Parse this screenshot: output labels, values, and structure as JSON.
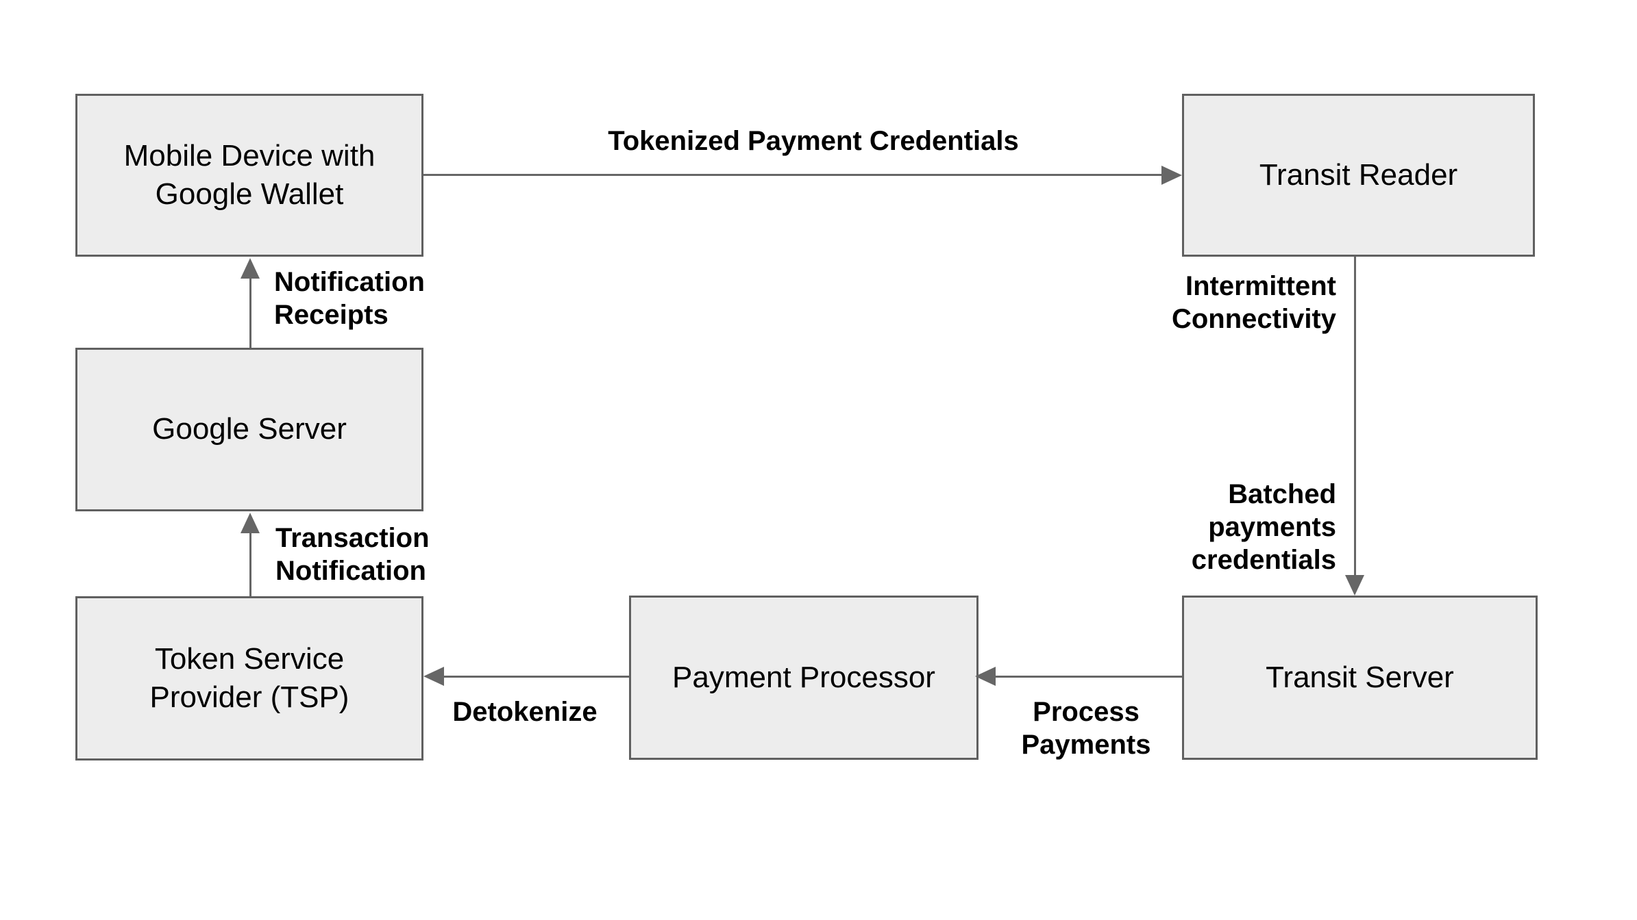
{
  "diagram": {
    "description": "Tokenized transit payment flow diagram",
    "colors": {
      "page_bg": "#ffffff",
      "box_fill": "#ededed",
      "box_border": "#606060",
      "arrow": "#666666",
      "node_text": "#000000",
      "label_text": "#000000"
    },
    "nodes": {
      "mobile_device": {
        "label": "Mobile Device with\nGoogle Wallet"
      },
      "transit_reader": {
        "label": "Transit Reader"
      },
      "google_server": {
        "label": "Google Server"
      },
      "tsp": {
        "label": "Token Service\nProvider (TSP)"
      },
      "payment_processor": {
        "label": "Payment Processor"
      },
      "transit_server": {
        "label": "Transit Server"
      }
    },
    "edges": {
      "tokenized_payment_credentials": {
        "label": "Tokenized Payment Credentials",
        "from": "mobile_device",
        "to": "transit_reader",
        "direction": "right"
      },
      "notification_receipts": {
        "label": "Notification\nReceipts",
        "from": "google_server",
        "to": "mobile_device",
        "direction": "up"
      },
      "transaction_notification": {
        "label": "Transaction\nNotification",
        "from": "tsp",
        "to": "google_server",
        "direction": "up"
      },
      "intermittent_connectivity": {
        "label": "Intermittent\nConnectivity",
        "from": "transit_reader",
        "to": "transit_server",
        "direction": "down"
      },
      "batched_payments_credentials": {
        "label": "Batched\npayments\ncredentials",
        "from": "transit_reader",
        "to": "transit_server",
        "direction": "down"
      },
      "process_payments": {
        "label": "Process\nPayments",
        "from": "transit_server",
        "to": "payment_processor",
        "direction": "left"
      },
      "detokenize": {
        "label": "Detokenize",
        "from": "payment_processor",
        "to": "tsp",
        "direction": "left"
      }
    }
  }
}
